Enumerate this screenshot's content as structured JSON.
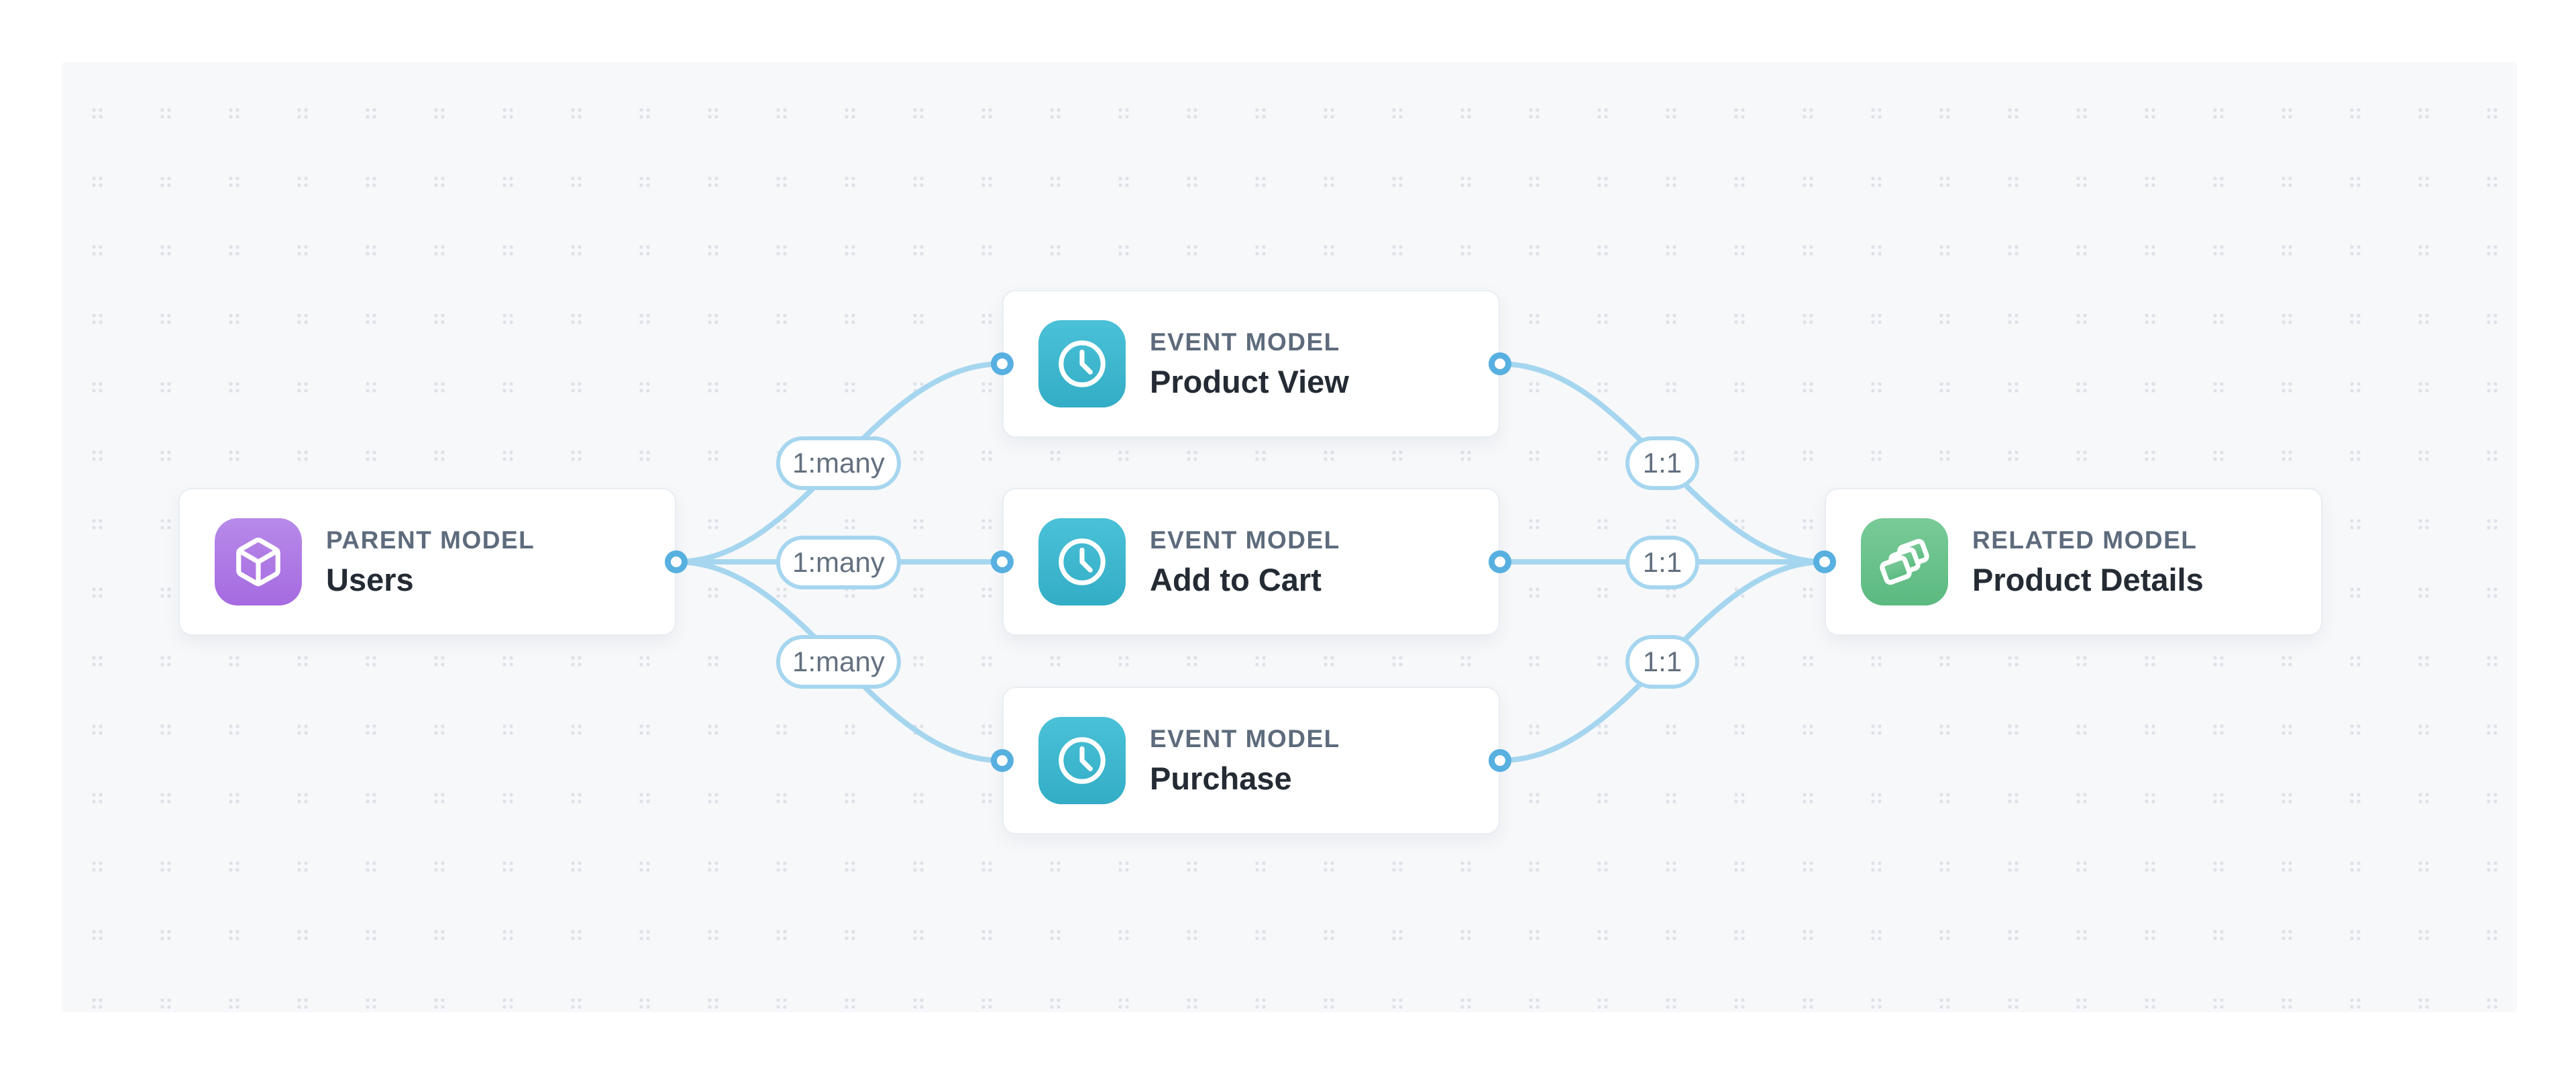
{
  "canvas": {
    "background": "#f7f8fa",
    "dot_color": "#dee2e8"
  },
  "colors": {
    "edge_line": "#a6d6ef",
    "port_ring": "#57b0e0",
    "card_border": "#e9edf2",
    "type_label_text": "#5d6b7c",
    "title_text": "#242b34",
    "pill_text": "#63707f",
    "purple_icon_from": "#b78ae9",
    "purple_icon_to": "#a56ae0",
    "teal_icon_from": "#4ac1d7",
    "teal_icon_to": "#33adc6",
    "green_icon_from": "#79ca97",
    "green_icon_to": "#5bba80"
  },
  "nodes": [
    {
      "id": "users",
      "type_label": "PARENT MODEL",
      "title": "Users",
      "icon": "box-icon"
    },
    {
      "id": "product-view",
      "type_label": "EVENT MODEL",
      "title": "Product View",
      "icon": "clock-icon"
    },
    {
      "id": "add-to-cart",
      "type_label": "EVENT MODEL",
      "title": "Add to Cart",
      "icon": "clock-icon"
    },
    {
      "id": "purchase",
      "type_label": "EVENT MODEL",
      "title": "Purchase",
      "icon": "clock-icon"
    },
    {
      "id": "product-details",
      "type_label": "RELATED MODEL",
      "title": "Product Details",
      "icon": "layers-icon"
    }
  ],
  "edges": {
    "left_labels": [
      "1:many",
      "1:many",
      "1:many"
    ],
    "right_labels": [
      "1:1",
      "1:1",
      "1:1"
    ]
  }
}
